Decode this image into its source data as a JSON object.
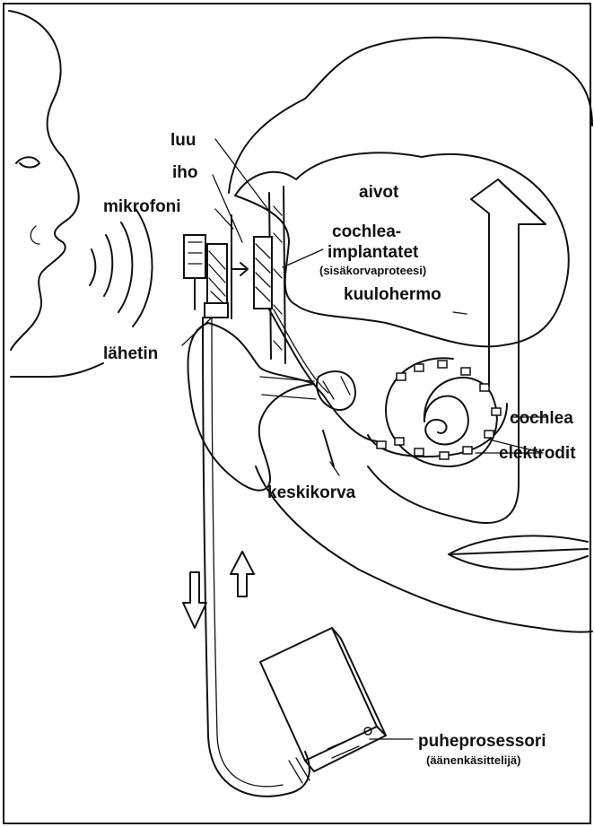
{
  "labels": {
    "luu": "luu",
    "iho": "iho",
    "mikrofoni": "mikrofoni",
    "aivot": "aivot",
    "cochlea_implantatet_line1": "cochlea-",
    "cochlea_implantatet_line2": "implantatet",
    "sisakorvaproteesi": "(sisäkorvaproteesi)",
    "kuulohermo": "kuulohermo",
    "lahetin": "lähetin",
    "cochlea": "cochlea",
    "elektrodit": "elektrodit",
    "keskikorva": "keskikorva",
    "puheprosessori": "puheprosessori",
    "aanenkasittelija": "(äänenkäsittelijä)"
  }
}
